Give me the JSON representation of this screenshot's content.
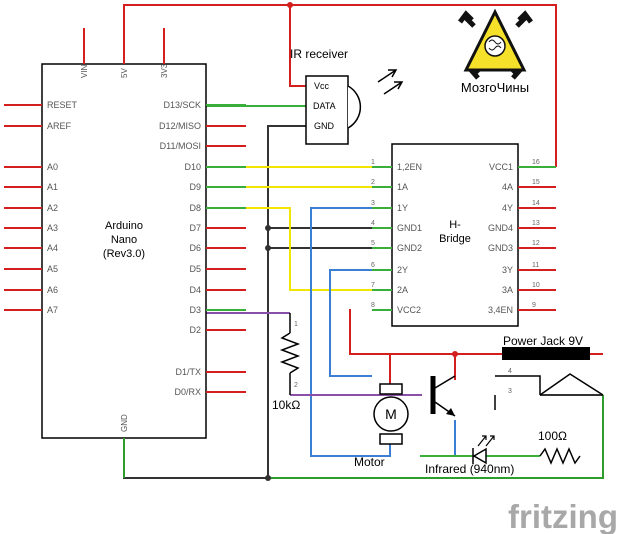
{
  "arduino": {
    "name_line1": "Arduino",
    "name_line2": "Nano",
    "name_line3": "(Rev3.0)",
    "top_pins": [
      "VIN",
      "5V",
      "3V3"
    ],
    "left_pins": [
      "RESET",
      "AREF",
      "A0",
      "A1",
      "A2",
      "A3",
      "A4",
      "A5",
      "A6",
      "A7"
    ],
    "right_pins": [
      "D13/SCK",
      "D12/MISO",
      "D11/MOSI",
      "D10",
      "D9",
      "D8",
      "D7",
      "D6",
      "D5",
      "D4",
      "D3",
      "D2",
      "D1/TX",
      "D0/RX"
    ],
    "bottom_pin": "GND"
  },
  "ir_receiver": {
    "title": "IR receiver",
    "pins": [
      "Vcc",
      "DATA",
      "GND"
    ]
  },
  "hbridge": {
    "title_line1": "H-",
    "title_line2": "Bridge",
    "left_pins": [
      "1,2EN",
      "1A",
      "1Y",
      "GND1",
      "GND2",
      "2Y",
      "2A",
      "VCC2"
    ],
    "left_nums": [
      "1",
      "2",
      "3",
      "4",
      "5",
      "6",
      "7",
      "8"
    ],
    "right_pins": [
      "VCC1",
      "4A",
      "4Y",
      "GND4",
      "GND3",
      "3Y",
      "3A",
      "3,4EN"
    ],
    "right_nums": [
      "16",
      "15",
      "14",
      "13",
      "12",
      "11",
      "10",
      "9"
    ]
  },
  "logo": {
    "text": "МозгоЧины"
  },
  "labels": {
    "power_jack": "Power Jack 9V",
    "resistor_10k": "10kΩ",
    "motor": "Motor",
    "motor_symbol": "M",
    "infrared": "Infrared (940nm)",
    "resistor_100": "100Ω",
    "jack_pins": [
      "4",
      "3"
    ],
    "pin_one": "1",
    "pin_two": "2",
    "fritzing": "fritzing"
  },
  "colors": {
    "red": "#d41f1f",
    "green": "#3aae3a",
    "yellow": "#f2e600",
    "blue": "#3b7fd4",
    "purple": "#8a4fa8",
    "dark": "#2a2a2a",
    "logo_yellow": "#f5e12a",
    "fritzing_gray": "#a8a8a8"
  }
}
